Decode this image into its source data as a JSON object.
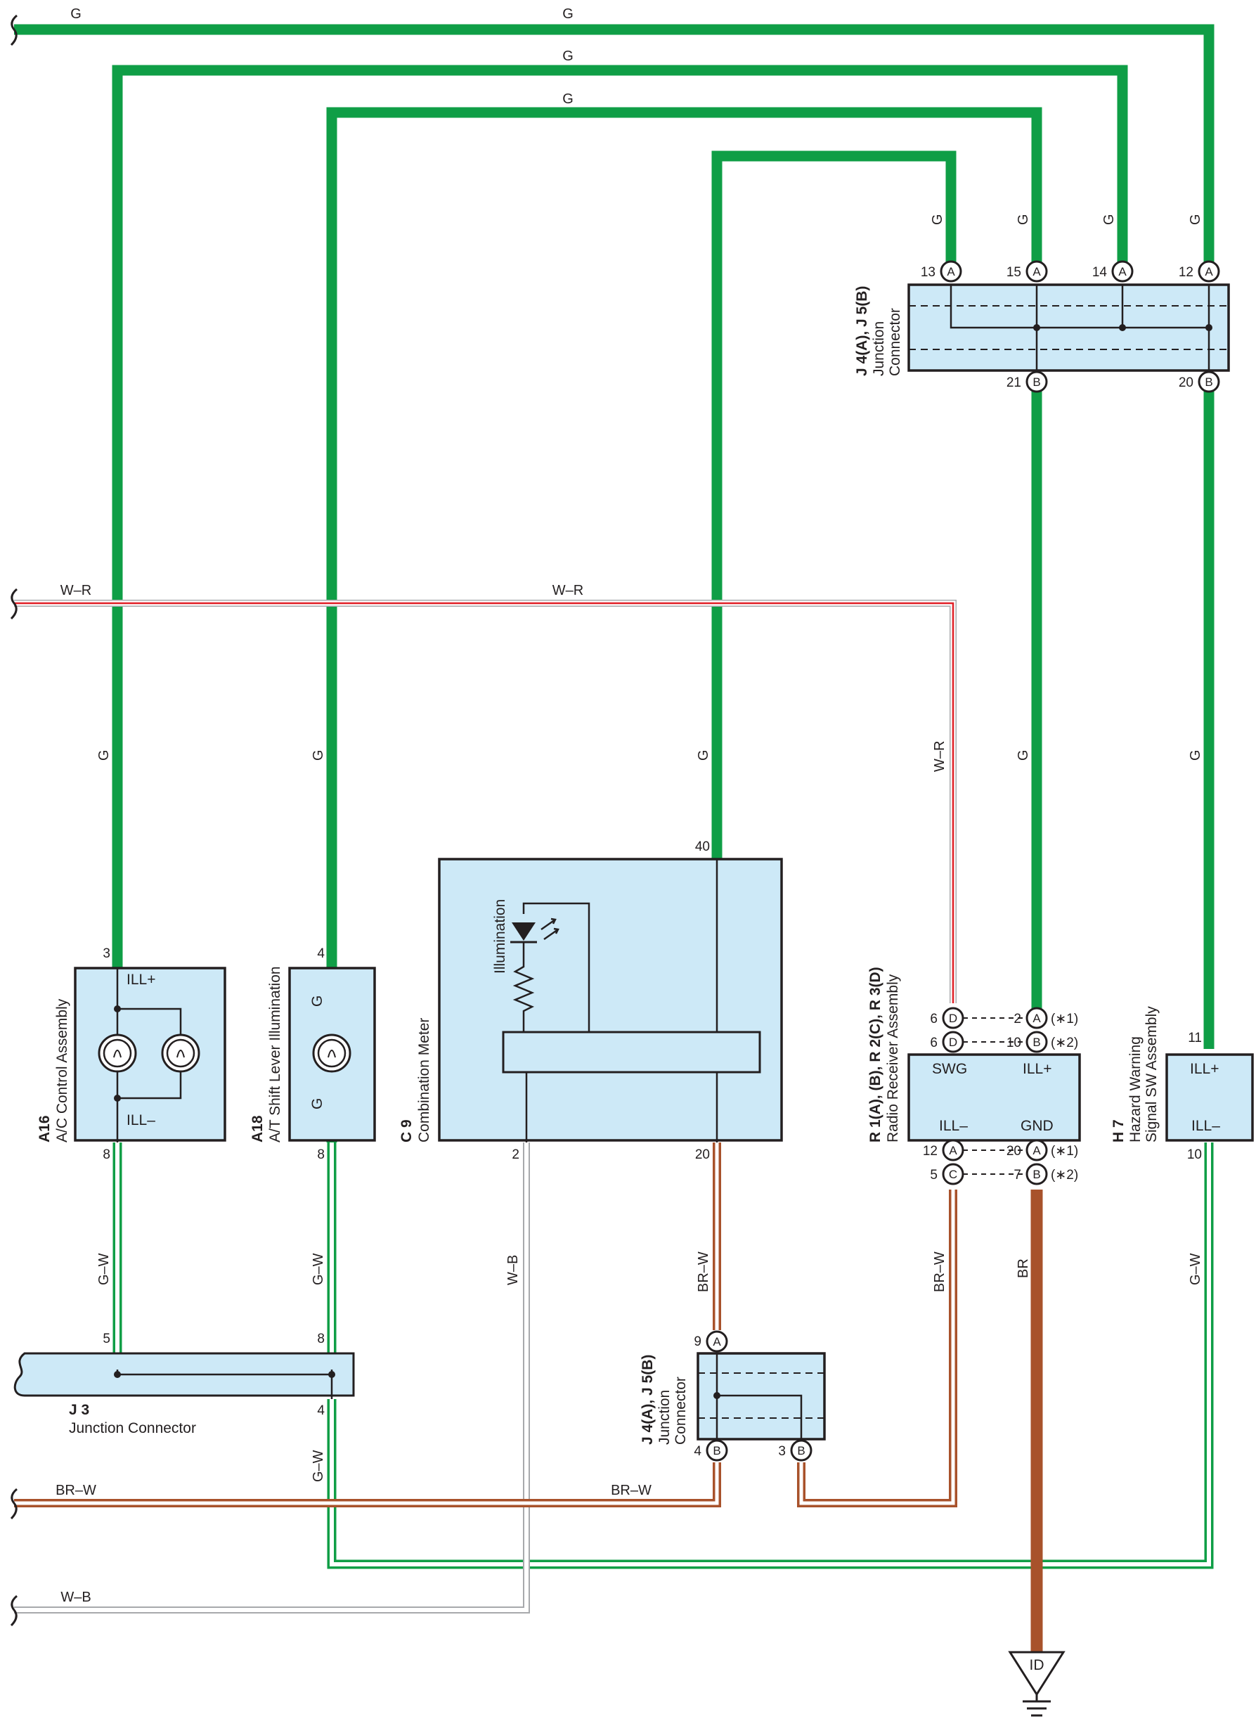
{
  "colors": {
    "green": "#0f9e46",
    "red": "#e01f26",
    "brown": "#a8522b",
    "grey": "#a7a9ac",
    "box_fill": "#cde9f7",
    "line": "#231f20"
  },
  "wire_labels": {
    "g": "G",
    "wr": "W–R",
    "gw": "G–W",
    "wb": "W–B",
    "brw": "BR–W",
    "br": "BR"
  },
  "pins": {
    "p2": "2",
    "p3": "3",
    "p4": "4",
    "p5": "5",
    "p6": "6",
    "p7": "7",
    "p8": "8",
    "p9": "9",
    "p10": "10",
    "p11": "11",
    "p12": "12",
    "p13": "13",
    "p14": "14",
    "p15": "15",
    "p20": "20",
    "p21": "21",
    "p40": "40"
  },
  "connector_letters": {
    "a": "A",
    "b": "B",
    "c": "C",
    "d": "D"
  },
  "conditions": {
    "c1": "(∗1)",
    "c2": "(∗2)"
  },
  "components": {
    "j4_top": {
      "ref": "J 4(A), J 5(B)",
      "name1": "Junction",
      "name2": "Connector"
    },
    "j4_bottom": {
      "ref": "J 4(A), J 5(B)",
      "name1": "Junction",
      "name2": "Connector"
    },
    "a16": {
      "ref": "A16",
      "name": "A/C Control Assembly",
      "pin_plus": "ILL+",
      "pin_minus": "ILL–"
    },
    "a18": {
      "ref": "A18",
      "name": "A/T Shift Lever Illumination"
    },
    "c9": {
      "ref": "C 9",
      "name": "Combination Meter",
      "inner": "Illumination"
    },
    "r1": {
      "ref": "R 1(A), (B), R 2(C), R 3(D)",
      "name": "Radio Receiver Assembly",
      "swg": "SWG",
      "ill_plus": "ILL+",
      "ill_minus": "ILL–",
      "gnd": "GND"
    },
    "h7": {
      "ref": "H 7",
      "name1": "Hazard Warning",
      "name2": "Signal SW Assembly",
      "ill_plus": "ILL+",
      "ill_minus": "ILL–"
    },
    "j3": {
      "ref": "J 3",
      "name": "Junction Connector"
    },
    "ground": {
      "label": "ID"
    }
  }
}
